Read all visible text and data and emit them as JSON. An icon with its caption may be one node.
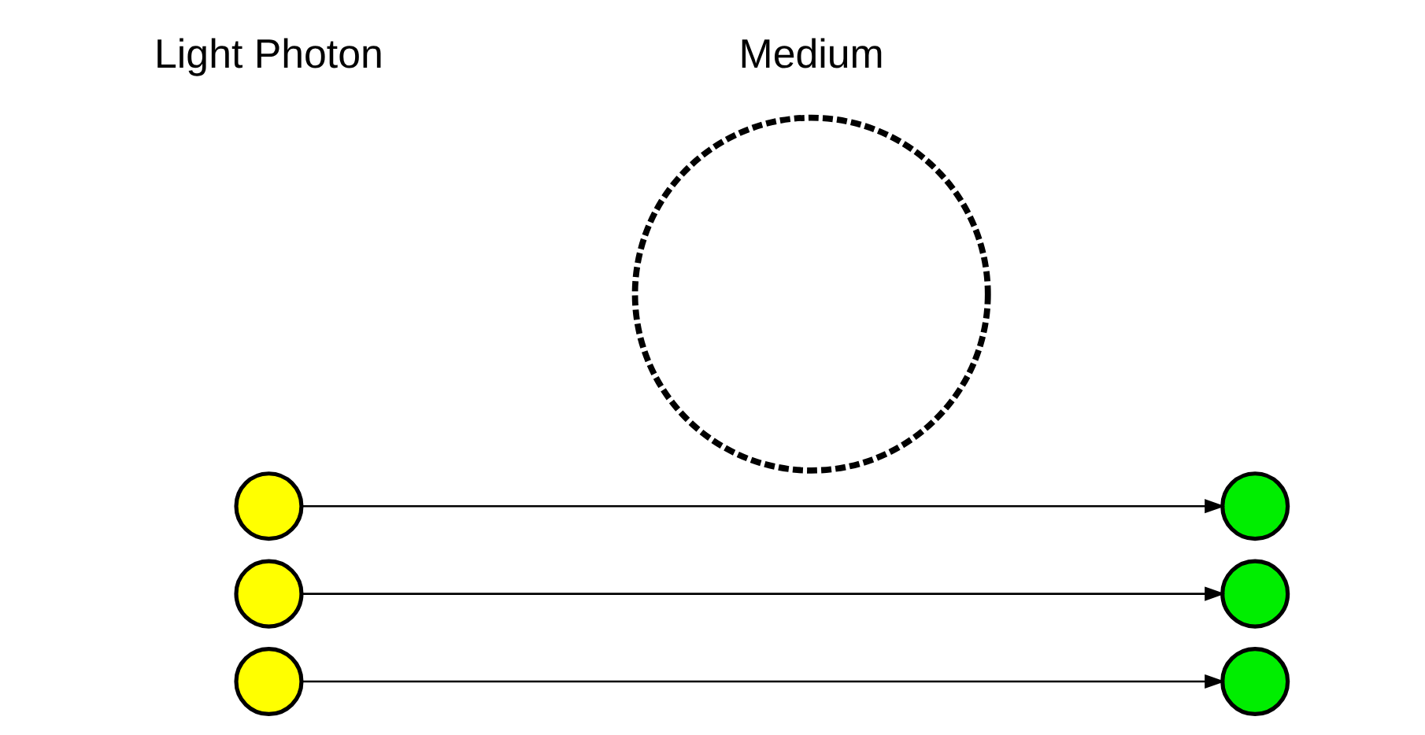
{
  "diagram": {
    "nodes": [
      {
        "text": [],
        "shape": "circle"
      },
      {
        "text": [],
        "shape": "circle"
      },
      {
        "text": [],
        "shape": "circle"
      },
      {
        "text": [],
        "shape": "circle"
      },
      {
        "text": [],
        "shape": "circle"
      },
      {
        "text": [],
        "shape": "circle"
      },
      {
        "text": [],
        "shape": "circle"
      }
    ],
    "edges": [
      {
        "from": 0,
        "to": 4,
        "arrow": "to"
      },
      {
        "from": 1,
        "to": 5,
        "arrow": "to"
      },
      {
        "from": 2,
        "to": 6,
        "arrow": "to"
      }
    ],
    "labels": [
      "Light Photon",
      "Medium"
    ]
  }
}
